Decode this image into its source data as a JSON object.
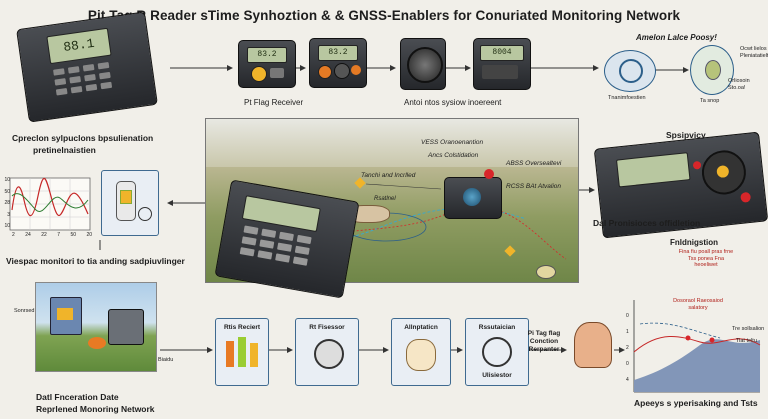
{
  "title": "Pit Tag R Reader sTime Synhoztion & & GNSS-Enablers for Conuriated Monitoring Network",
  "top_row": {
    "receiver_label": "Pt Flag Receiver",
    "antenna_label": "Antoi ntos sysiow inoereent",
    "reader_screen": "88.1",
    "receiver1_screen": "83.2",
    "receiver2_screen": "8004"
  },
  "right_top": {
    "title": "Amelon Lalce Poosy!",
    "annot1": "Ocwt lielos  Pleniatatielt",
    "annot2": "Orliosoin Sto.oa!",
    "bottom_left": "Tnanimfoestien",
    "bottom_right": "Ta snop"
  },
  "left_mid": {
    "caption_line1": "Cpreclon sylpuclons bpsulienation",
    "caption_line2": "pretinelnaistien",
    "bottom_caption": "Viespac monitori to tia anding sadpiuvlinger",
    "x_ticks": [
      "2",
      "24",
      "22",
      "7",
      "50",
      "20"
    ],
    "y_ticks": [
      "10",
      "50",
      "28",
      "3",
      "10"
    ]
  },
  "map": {
    "gnss_label": "VESS Oranoenantion",
    "ancs_label": "Ancs Colstidation",
    "abss_label": "ABSS Oversealtevi",
    "tanchi_label": "Tanchi and Incrlled",
    "rcss_label": "RCSS BAt Atvalion",
    "reading_label": "Rsatlnel"
  },
  "right_mid": {
    "title": "Spsipvicy",
    "caption": "DaI Pronisioces offidletion",
    "sub_title": "Fnldnigstion",
    "sub_lines": [
      "Fina fiu poall pras frne",
      "Tss ponea Fna",
      "heoeliwet"
    ]
  },
  "bottom_left": {
    "sign_label": "Sonrsed",
    "tag_label": "Biaidu",
    "caption_line1": "Datl Fnceration Date",
    "caption_line2": "Reprlened Monoring Network"
  },
  "flow": {
    "step1": "Rtis Reciert",
    "step2": "Rt Fisessor",
    "step3": "Allnptaticn",
    "step4_top": "Rssutaician",
    "step4_bottom": "Ulisiestor",
    "step5": "Pi Tag flag Conction Rerpanter"
  },
  "bottom_chart": {
    "annotation": "Dosoraol Raeosaiod salatory",
    "side_label_1": "Tre sollsalion",
    "side_label_2": "Tiat teltu",
    "caption": "Apeeys s yperisaking and Tsts",
    "y_ticks": [
      "0",
      "1",
      "2",
      "0",
      "4"
    ]
  },
  "colors": {
    "accent": "#2c5f8a",
    "alert": "#d8262a",
    "warning": "#f0b42a"
  }
}
